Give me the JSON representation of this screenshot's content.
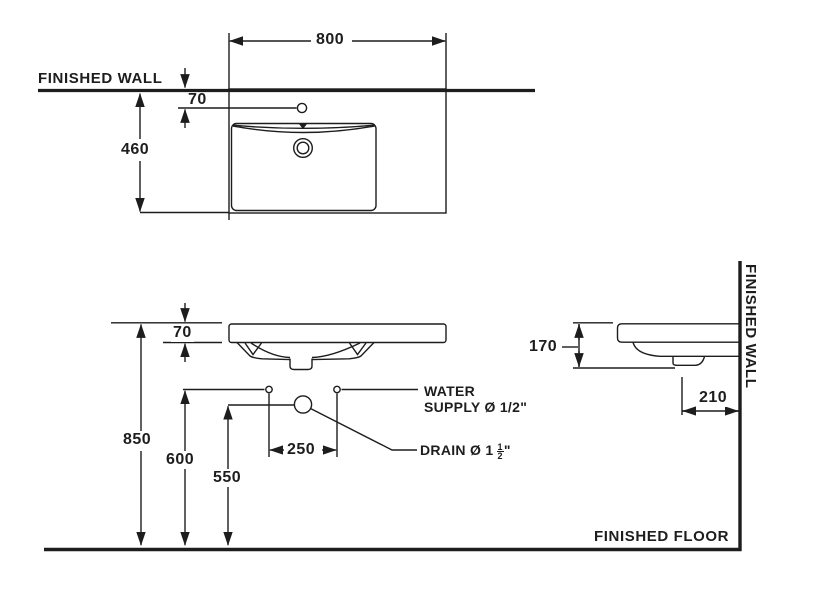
{
  "drawing": {
    "plan_view": {
      "wall_label": "FINISHED WALL",
      "dims": {
        "width": "800",
        "faucet_offset": "70",
        "depth": "460"
      }
    },
    "front_view": {
      "dims": {
        "rim_thickness": "70",
        "rim_height": "850",
        "supply_height": "600",
        "drain_height": "550",
        "supply_spacing": "250"
      },
      "water_supply_label_line1": "WATER",
      "water_supply_label_line2": "SUPPLY Ø 1/2\"",
      "drain_label": {
        "prefix": "DRAIN Ø 1",
        "frac_num": "1",
        "frac_den": "2",
        "unit": "\""
      }
    },
    "side_view": {
      "wall_label": "FINISHED WALL",
      "dims": {
        "basin_height": "170",
        "drain_wall_offset": "210"
      }
    },
    "floor_label": "FINISHED FLOOR",
    "colors": {
      "line": "#1d1d1d",
      "background": "#ffffff"
    }
  }
}
